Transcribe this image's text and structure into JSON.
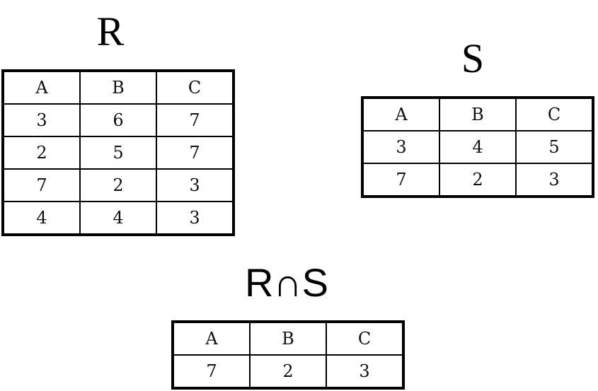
{
  "relations": [
    {
      "title": "R",
      "header": [
        "A",
        "B",
        "C"
      ],
      "rows": [
        [
          "3",
          "6",
          "7"
        ],
        [
          "2",
          "5",
          "7"
        ],
        [
          "7",
          "2",
          "3"
        ],
        [
          "4",
          "4",
          "3"
        ]
      ]
    },
    {
      "title": "S",
      "header": [
        "A",
        "B",
        "C"
      ],
      "rows": [
        [
          "3",
          "4",
          "5"
        ],
        [
          "7",
          "2",
          "3"
        ]
      ]
    },
    {
      "title": "R∩S",
      "header": [
        "A",
        "B",
        "C"
      ],
      "rows": [
        [
          "7",
          "2",
          "3"
        ]
      ]
    }
  ]
}
